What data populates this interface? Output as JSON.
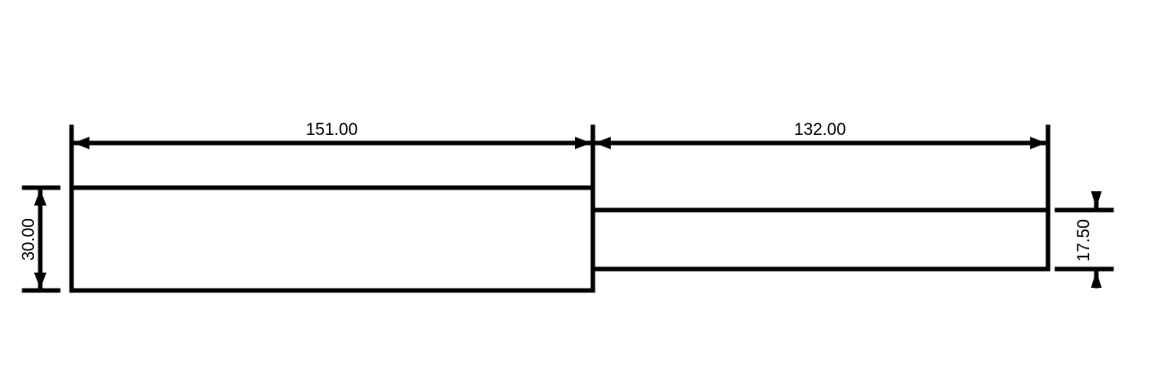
{
  "drawing": {
    "colors": {
      "line": "#000000",
      "background": "#ffffff"
    },
    "dimensions": {
      "left_length": "151.00",
      "right_length": "132.00",
      "left_height": "30.00",
      "right_height": "17.50"
    }
  }
}
